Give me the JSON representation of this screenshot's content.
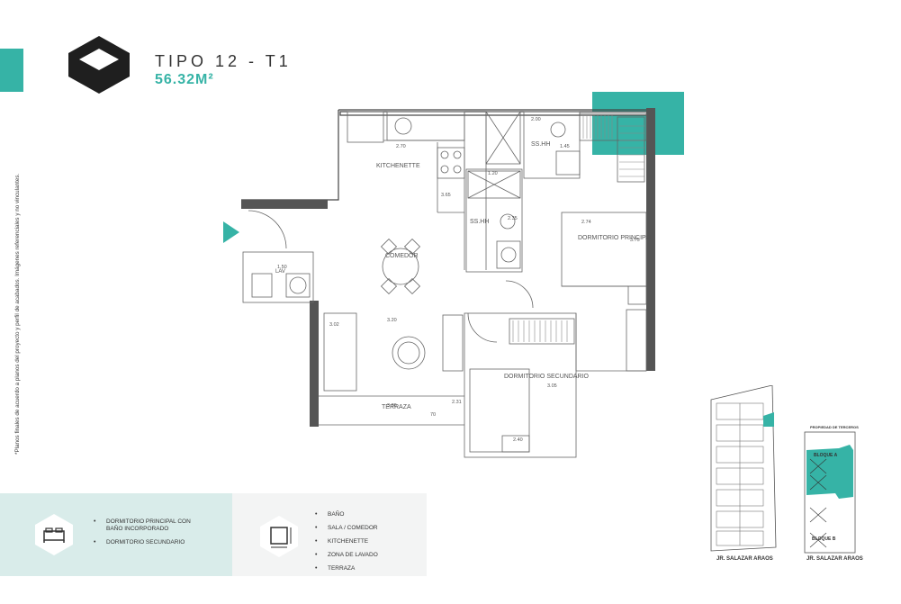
{
  "header": {
    "title": "TIPO 12 - T1",
    "area": "56.32M²"
  },
  "disclaimer": "*Planos finales de acuerdo a planos del proyecto y perfil de acabados. Imágenes referenciales y no vinculantes.",
  "plan": {
    "rooms": {
      "kitchenette": "KITCHENETTE",
      "bath1": "SS.HH",
      "bath2": "SS.HH",
      "dormitorio_principal": "DORMITORIO PRINCIPAL",
      "comedor": "COMEDOR",
      "lav": "LAV",
      "dormitorio_secundario": "DORMITORIO SECUNDARIO",
      "terraza": "TERRAZA"
    },
    "dimensions": {
      "d270": "2.70",
      "d200": "2.00",
      "d120": "1.20",
      "d274": "2.74",
      "d150": "1.50",
      "d320": "3.20",
      "d380": "3.80",
      "d240": "2.40",
      "d365": "3.65",
      "d145": "1.45",
      "d235": "2.35",
      "d375": "3.75",
      "d302": "3.02",
      "d305": "3.05",
      "d70": "70",
      "d231": "2.31"
    }
  },
  "features_left": {
    "items": [
      "DORMITORIO PRINCIPAL CON BAÑO INCORPORADO",
      "DORMITORIO SECUNDARIO"
    ],
    "icon": "bed-icon"
  },
  "features_right": {
    "items": [
      "BAÑO",
      "SALA / COMEDOR",
      "KITCHENETTE",
      "ZONA DE LAVADO",
      "TERRAZA"
    ],
    "icon": "area-icon"
  },
  "location": {
    "street_left": "JR. SALAZAR ARAOS",
    "street_right": "JR. SALAZAR ARAOS",
    "bloque_a": "BLOQUE A",
    "bloque_b": "BLOQUE B",
    "top_label": "PROPIEDAD DE TERCEROS"
  },
  "colors": {
    "accent": "#36b3a6",
    "panel_left": "#d9ecea",
    "panel_right": "#f3f4f4",
    "dark": "#1f1f1f"
  }
}
